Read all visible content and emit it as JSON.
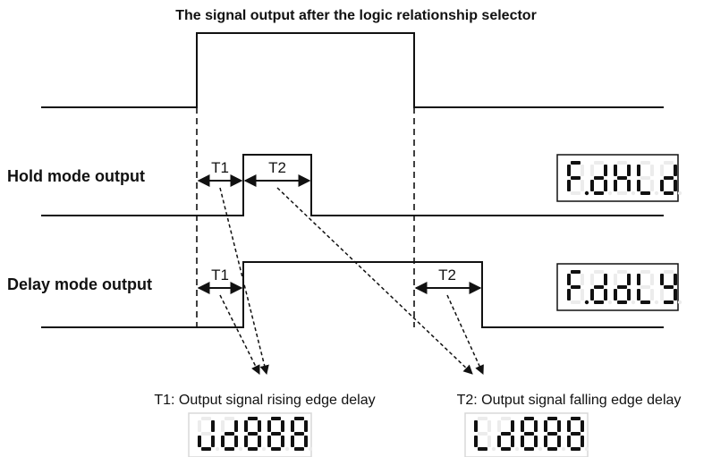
{
  "title": "The signal output after the logic relationship selector",
  "hold_label": "Hold mode output",
  "delay_label": "Delay mode output",
  "t1": "T1",
  "t2": "T2",
  "t1_caption": "T1: Output signal rising edge delay",
  "t2_caption": "T2: Output signal falling edge delay",
  "displays": {
    "hold": "F.dHLd",
    "delay": "F.ddLY",
    "t1": "Jd888",
    "t2": "Ld888"
  },
  "colors": {
    "line": "#111111",
    "segment_on": "#111111",
    "segment_off": "#ececec"
  }
}
